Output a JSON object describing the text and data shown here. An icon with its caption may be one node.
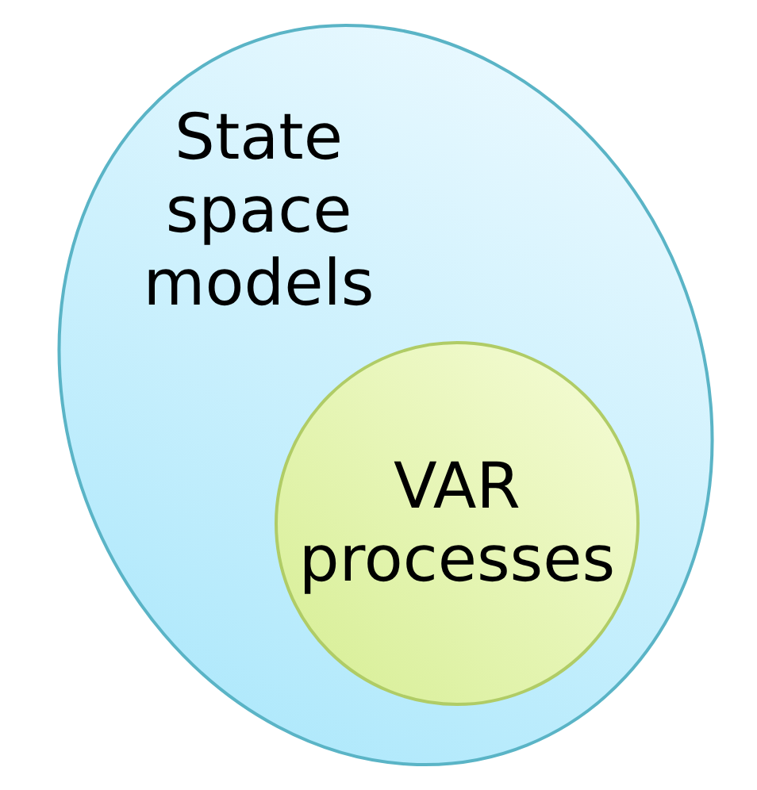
{
  "diagram": {
    "nodes": [
      {
        "text": [
          "State space models"
        ]
      },
      {
        "text": [
          "VAR processes"
        ],
        "in": 0
      }
    ]
  }
}
